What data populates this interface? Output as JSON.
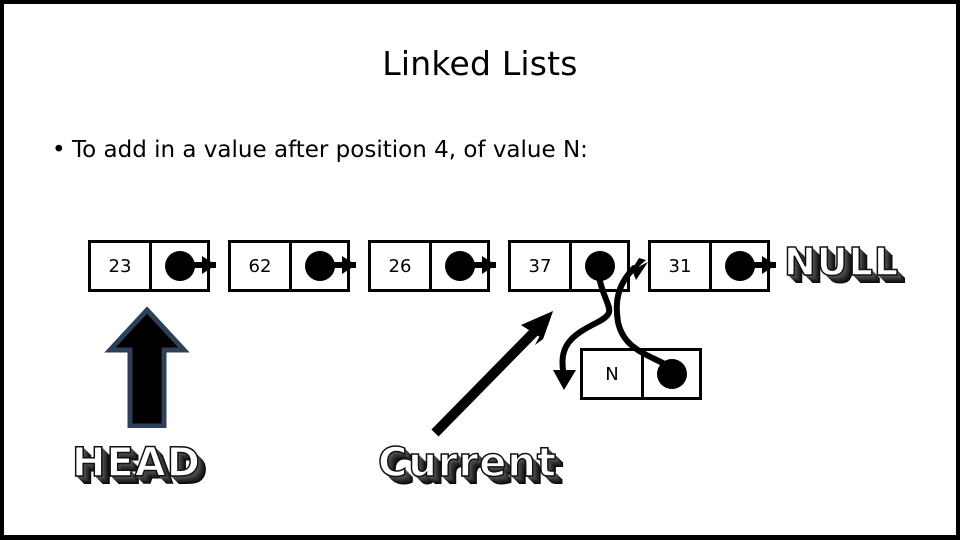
{
  "slide": {
    "title": "Linked Lists",
    "bullet_marker": "•",
    "bullet_text": "To add in a value after position 4, of value N:",
    "background_color": "#ffffff",
    "border_color": "#000000"
  },
  "diagram": {
    "list_nodes": [
      {
        "value": "23",
        "pointer": "dot"
      },
      {
        "value": "62",
        "pointer": "dot"
      },
      {
        "value": "26",
        "pointer": "dot"
      },
      {
        "value": "37",
        "pointer": "dot"
      },
      {
        "value": "31",
        "pointer": "dot"
      }
    ],
    "new_node": {
      "value": "N",
      "pointer": "dot"
    },
    "terminator_label": "NULL",
    "head_label": "HEAD",
    "current_label": "Current",
    "node_fill": "#ffffff",
    "node_stroke": "#000000",
    "pointer_dot_color": "#000000",
    "head_arrow_fill": "#000000",
    "head_arrow_outline": "#2e4057"
  }
}
